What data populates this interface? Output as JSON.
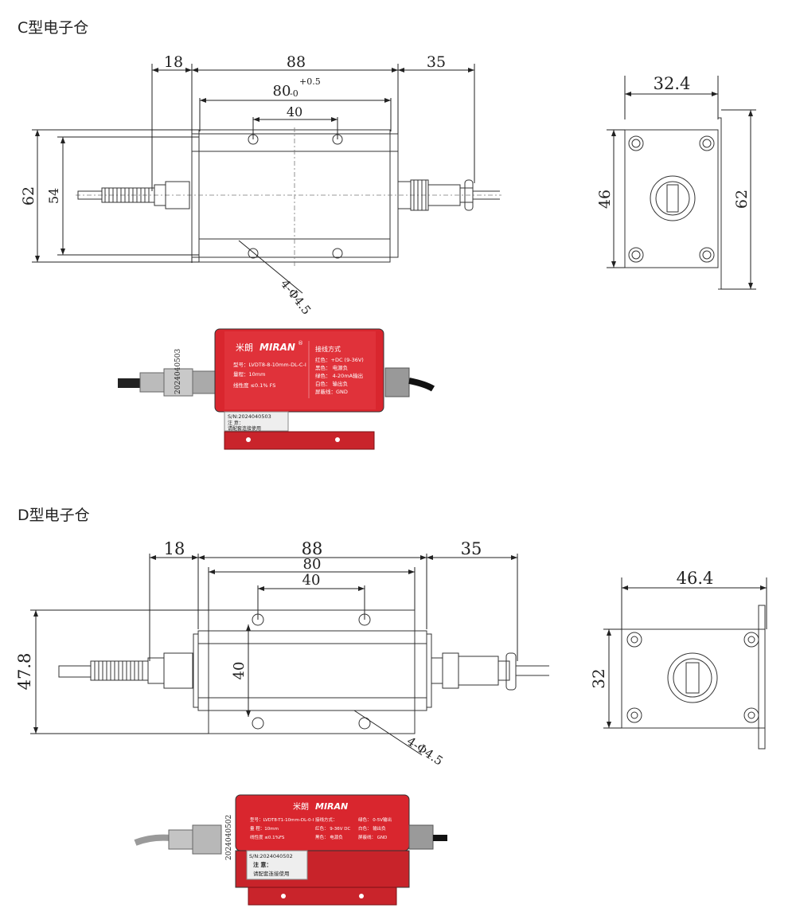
{
  "sections": {
    "c": {
      "title": "C型电子仓",
      "dims": {
        "d18": "18",
        "d88": "88",
        "d35": "35",
        "d80": "80",
        "tol_plus": "+0.5",
        "tol_minus": "-0",
        "d40": "40",
        "d62": "62",
        "d54": "54",
        "holes": "4-Φ4.5",
        "side_w": "32.4",
        "side_h_inner": "46",
        "side_h_outer": "62"
      },
      "label": {
        "brand_cn": "米朗",
        "brand": "MIRAN",
        "reg": "®",
        "model": "型号：LVDT8-8-10mm-DL-C-I",
        "range": "量程：10mm",
        "linearity": "线性度 ≤0.1% FS",
        "wiring_title": "接线方式",
        "wire1": "红色：+DC (9-36V)",
        "wire2": "黑色： 电源负",
        "wire3": "绿色： 4-20mA输出",
        "wire4": "白色： 输出负",
        "wire5": "屏蔽线：GND",
        "sn": "S/N:2024040503",
        "note": "注 意：",
        "note2": "请配套连接使用",
        "cable_tag": "2024040503"
      }
    },
    "d": {
      "title": "D型电子仓",
      "dims": {
        "d18": "18",
        "d88": "88",
        "d35": "35",
        "d80": "80",
        "d40": "40",
        "d40v": "40",
        "d47": "47.8",
        "holes": "4-Φ4.5",
        "side_w": "46.4",
        "side_h": "32"
      },
      "label": {
        "brand_cn": "米朗",
        "brand": "MIRAN",
        "model": "型号：LVDT8-T1-10mm-DL-0-I",
        "range": "量 程：10mm",
        "linearity": "线性度 ≤0.1%FS",
        "wiring_title": "接线方式：",
        "wire1": "红色： 9-36V DC",
        "wire2": "黑色： 电源负",
        "wire3": "绿色： 0-5V输出",
        "wire4": "白色： 输出负",
        "wire5": "屏蔽线： GND",
        "sn": "S/N:2024040502",
        "note": "注 意：",
        "note2": "请配套连接使用",
        "cable_tag": "2024040502"
      }
    }
  }
}
